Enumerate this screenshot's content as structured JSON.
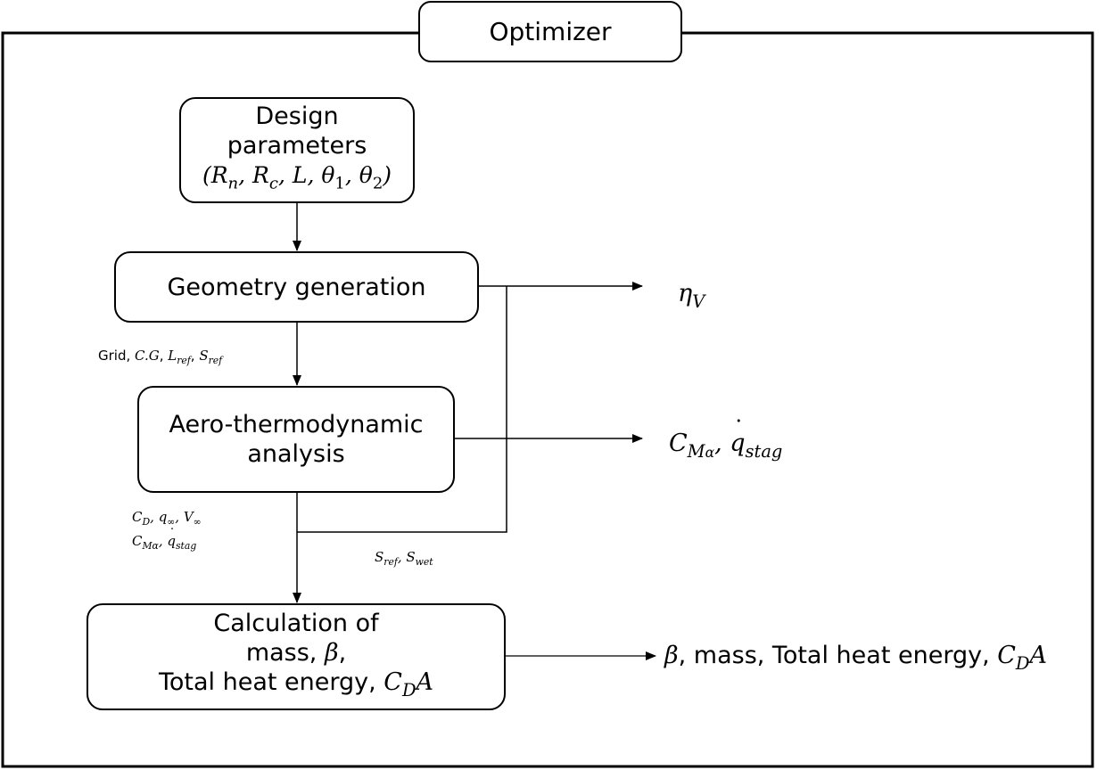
{
  "optimizer": {
    "title": "Optimizer"
  },
  "design": {
    "line1": "Design",
    "line2": "parameters",
    "params": "(Rn, Rc, L, θ1, θ2)"
  },
  "geometry": {
    "label": "Geometry generation"
  },
  "aero": {
    "line1": "Aero-thermodynamic",
    "line2": "analysis"
  },
  "calc": {
    "line1": "Calculation of",
    "line2": "mass, β,",
    "line3": "Total heat energy, CDA"
  },
  "outputs": {
    "eta": "ηV",
    "cm_q": "CMα, q̇stag",
    "final": "β, mass, Total heat energy, CDA"
  },
  "edge_labels": {
    "geometry_to_aero": "Grid, C.G, Lref, Sref",
    "aero_to_calc_1": "CD, q∞, V∞",
    "aero_to_calc_2": "CMα, q̇stag",
    "geometry_to_calc": "Sref, Swet"
  }
}
